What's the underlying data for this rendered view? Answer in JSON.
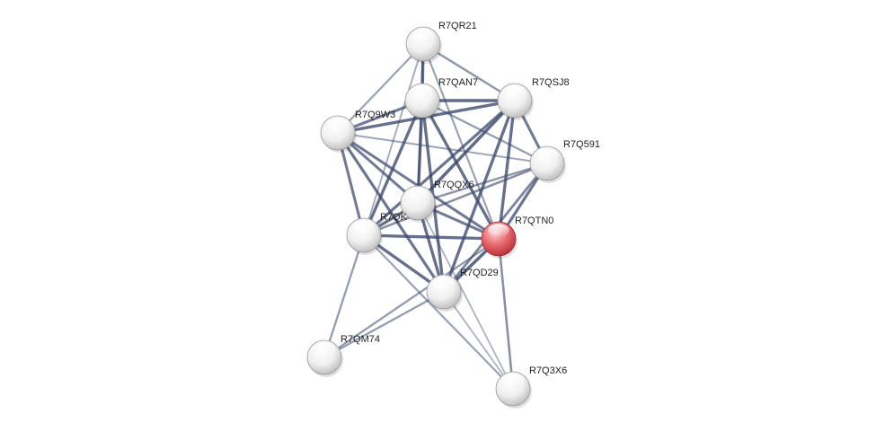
{
  "graph": {
    "query_color": "#e0434a",
    "node_color": "#f2f2f2",
    "edge_color": "#3d4a6e",
    "nodes": [
      {
        "id": "R7QR21",
        "label": "R7QR21",
        "query": false
      },
      {
        "id": "R7QAN7",
        "label": "R7QAN7",
        "query": false
      },
      {
        "id": "R7QSJ8",
        "label": "R7QSJ8",
        "query": false
      },
      {
        "id": "R7Q9W3",
        "label": "R7Q9W3",
        "query": false
      },
      {
        "id": "R7Q591",
        "label": "R7Q591",
        "query": false
      },
      {
        "id": "R7QQX6",
        "label": "R7QQX6",
        "query": false
      },
      {
        "id": "R7QK",
        "label": "R7QK",
        "query": false
      },
      {
        "id": "R7QTN0",
        "label": "R7QTN0",
        "query": true
      },
      {
        "id": "R7QD29",
        "label": "R7QD29",
        "query": false
      },
      {
        "id": "R7QM74",
        "label": "R7QM74",
        "query": false
      },
      {
        "id": "R7Q3X6",
        "label": "R7Q3X6",
        "query": false
      }
    ],
    "edges": [
      [
        "R7QR21",
        "R7QAN7",
        0.9
      ],
      [
        "R7QR21",
        "R7QSJ8",
        0.55
      ],
      [
        "R7QR21",
        "R7Q9W3",
        0.45
      ],
      [
        "R7QR21",
        "R7QQX6",
        0.55
      ],
      [
        "R7QR21",
        "R7QTN0",
        0.45
      ],
      [
        "R7QR21",
        "R7QK",
        0.35
      ],
      [
        "R7QAN7",
        "R7QSJ8",
        0.95
      ],
      [
        "R7QAN7",
        "R7Q9W3",
        0.8
      ],
      [
        "R7QAN7",
        "R7Q591",
        0.5
      ],
      [
        "R7QAN7",
        "R7QQX6",
        0.9
      ],
      [
        "R7QAN7",
        "R7QTN0",
        0.9
      ],
      [
        "R7QAN7",
        "R7QK",
        0.9
      ],
      [
        "R7QAN7",
        "R7QD29",
        0.9
      ],
      [
        "R7QSJ8",
        "R7Q9W3",
        0.9
      ],
      [
        "R7QSJ8",
        "R7Q591",
        0.8
      ],
      [
        "R7QSJ8",
        "R7QQX6",
        0.95
      ],
      [
        "R7QSJ8",
        "R7QTN0",
        0.9
      ],
      [
        "R7QSJ8",
        "R7QK",
        0.85
      ],
      [
        "R7QSJ8",
        "R7QD29",
        0.9
      ],
      [
        "R7Q9W3",
        "R7Q591",
        0.4
      ],
      [
        "R7Q9W3",
        "R7QQX6",
        0.8
      ],
      [
        "R7Q9W3",
        "R7QK",
        0.8
      ],
      [
        "R7Q9W3",
        "R7QTN0",
        0.8
      ],
      [
        "R7Q9W3",
        "R7QD29",
        0.85
      ],
      [
        "R7Q591",
        "R7QQX6",
        0.55
      ],
      [
        "R7Q591",
        "R7QTN0",
        0.85
      ],
      [
        "R7Q591",
        "R7QD29",
        0.7
      ],
      [
        "R7Q591",
        "R7QK",
        0.6
      ],
      [
        "R7QQX6",
        "R7QK",
        0.9
      ],
      [
        "R7QQX6",
        "R7QTN0",
        0.8
      ],
      [
        "R7QQX6",
        "R7QD29",
        0.9
      ],
      [
        "R7QQX6",
        "R7Q3X6",
        0.3
      ],
      [
        "R7QK",
        "R7QTN0",
        0.9
      ],
      [
        "R7QK",
        "R7QD29",
        0.9
      ],
      [
        "R7QK",
        "R7QM74",
        0.5
      ],
      [
        "R7QK",
        "R7Q3X6",
        0.45
      ],
      [
        "R7QTN0",
        "R7QD29",
        0.95
      ],
      [
        "R7QTN0",
        "R7QM74",
        0.5
      ],
      [
        "R7QTN0",
        "R7Q3X6",
        0.6
      ],
      [
        "R7QD29",
        "R7QM74",
        0.5
      ],
      [
        "R7QD29",
        "R7Q3X6",
        0.3
      ]
    ]
  }
}
